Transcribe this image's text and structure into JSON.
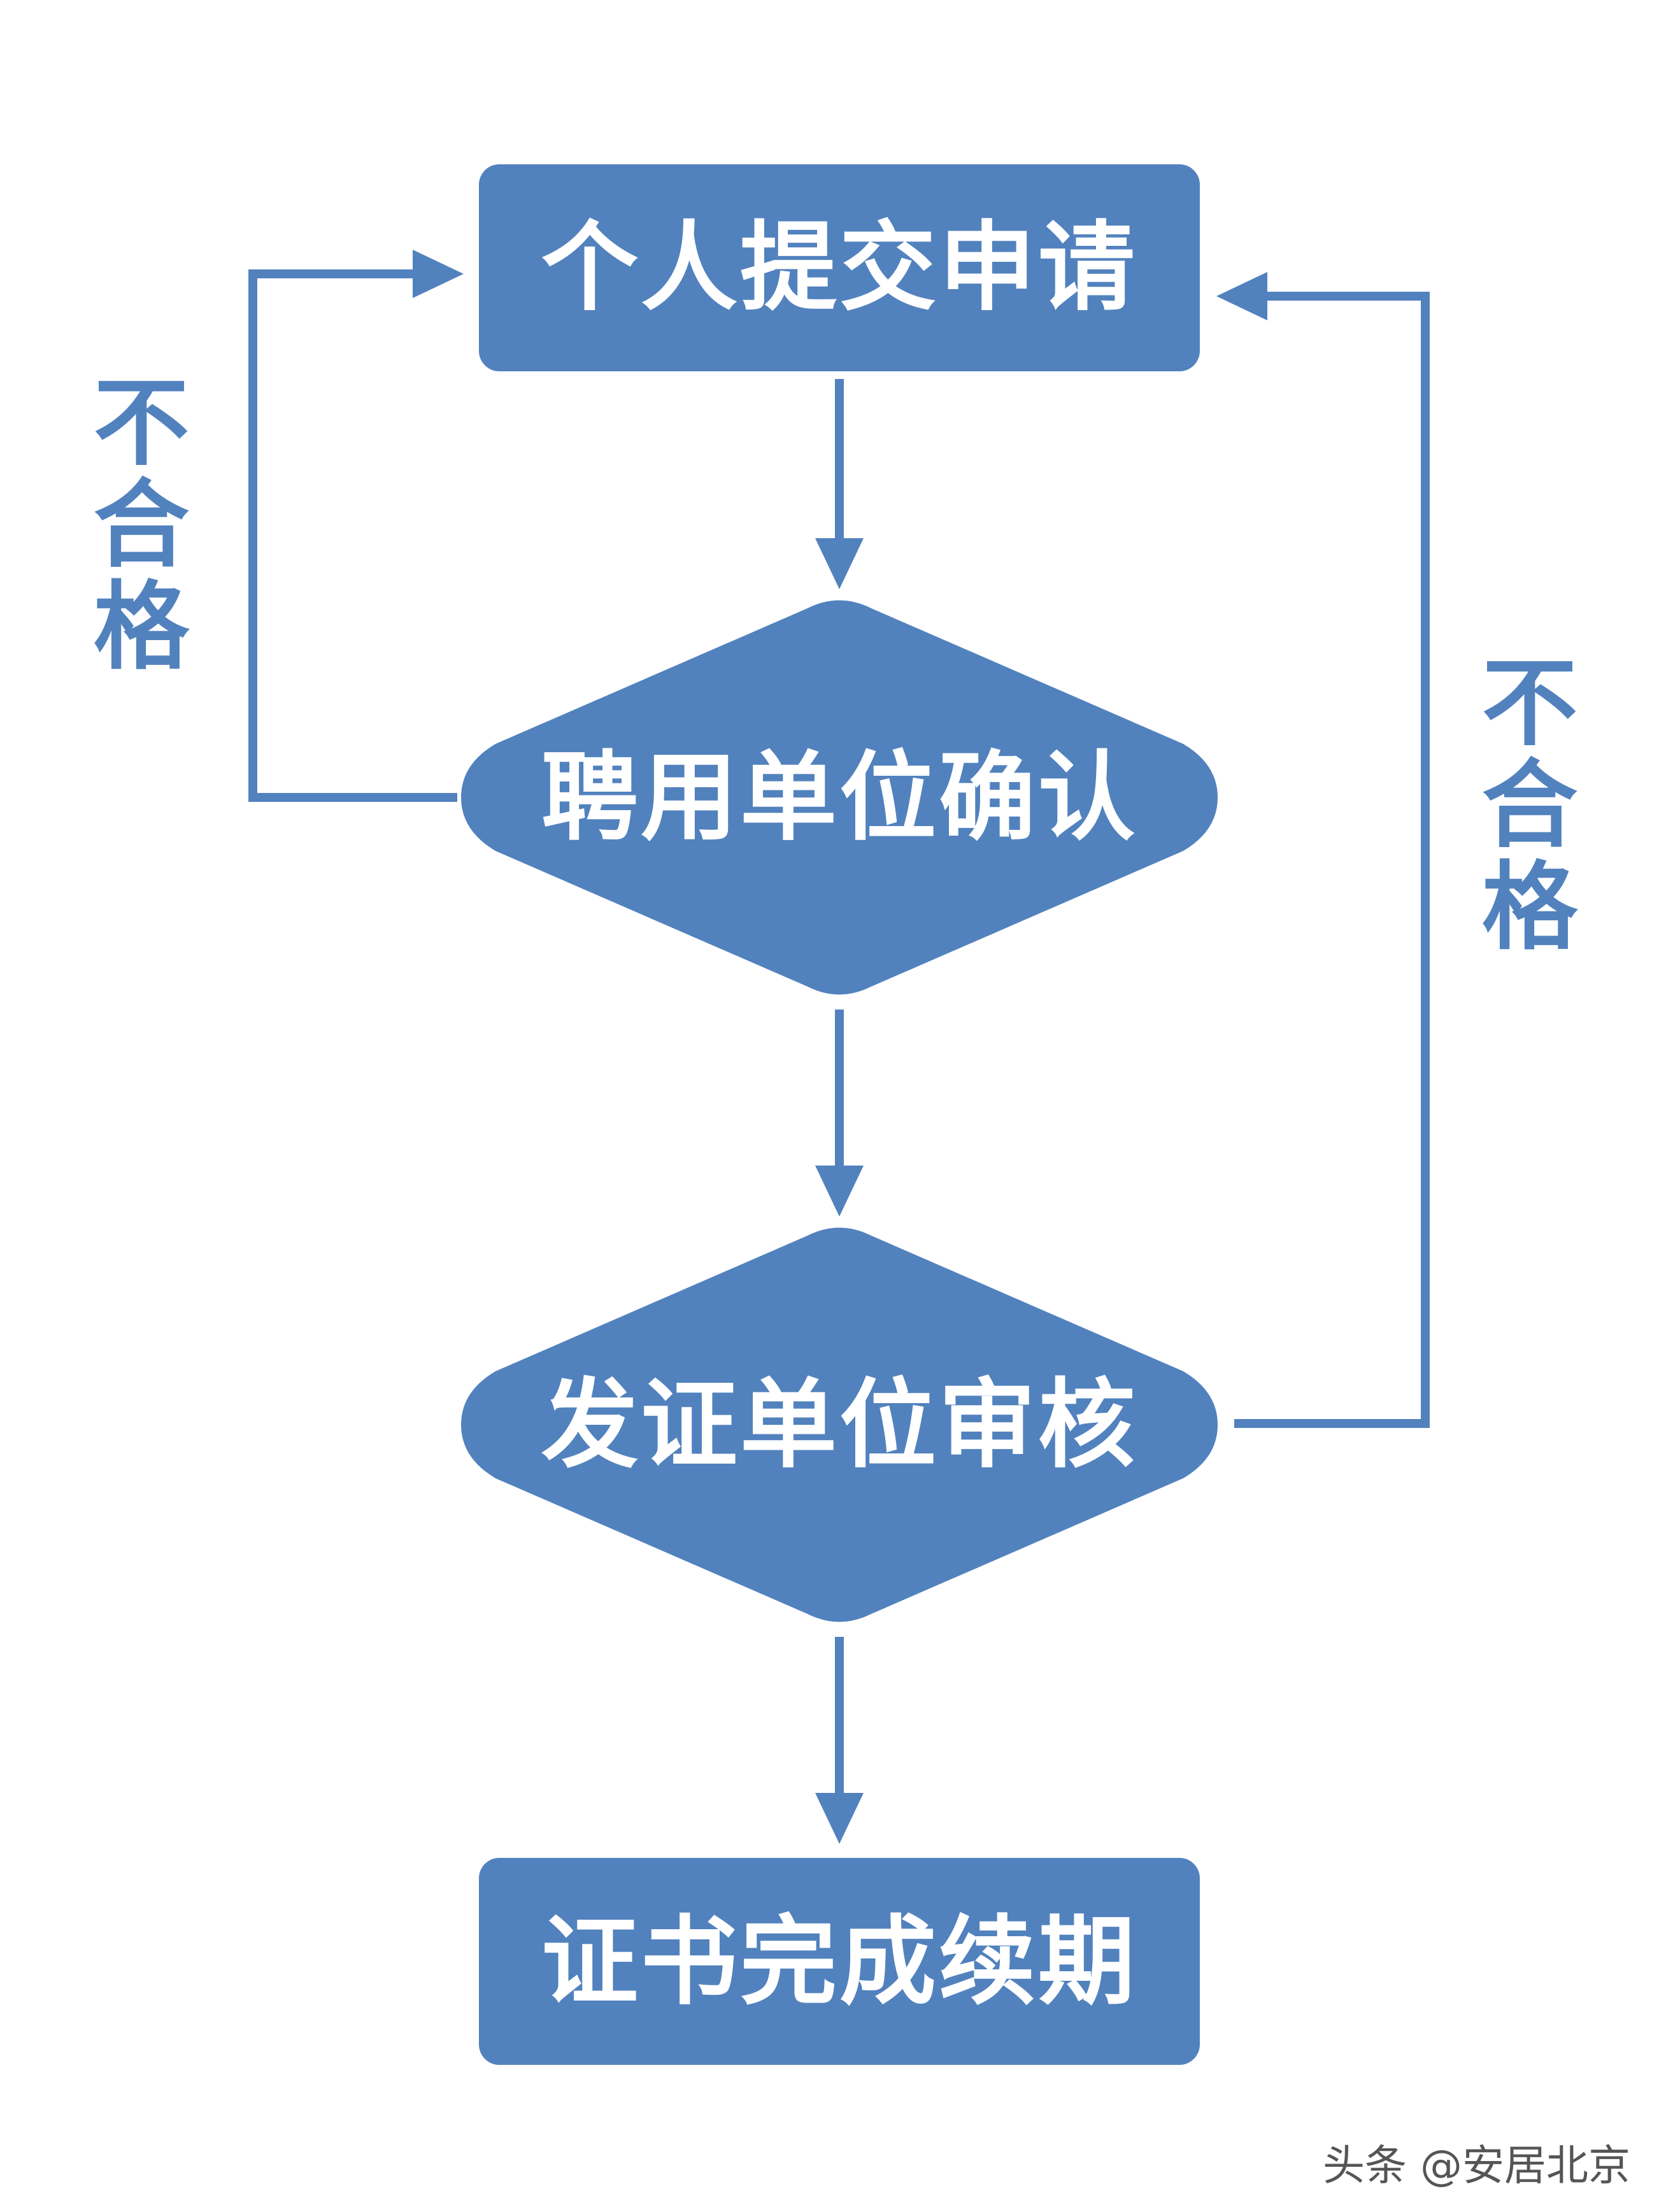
{
  "colors": {
    "node_fill": "#5282be",
    "line": "#5282be",
    "node_text": "#ffffff",
    "label_text": "#5282be",
    "watermark_text": "#555555",
    "background": "#ffffff"
  },
  "nodes": {
    "submit": {
      "label": "个人提交申请",
      "shape": "rounded-rectangle"
    },
    "employer_confirm": {
      "label": "聘用单位确认",
      "shape": "diamond"
    },
    "issuer_review": {
      "label": "发证单位审核",
      "shape": "diamond"
    },
    "renewal_done": {
      "label": "证书完成续期",
      "shape": "rounded-rectangle"
    }
  },
  "edges": [
    {
      "from": "submit",
      "to": "employer_confirm",
      "label": ""
    },
    {
      "from": "employer_confirm",
      "to": "issuer_review",
      "label": ""
    },
    {
      "from": "issuer_review",
      "to": "renewal_done",
      "label": ""
    },
    {
      "from": "employer_confirm",
      "to": "submit",
      "label": "不合格"
    },
    {
      "from": "issuer_review",
      "to": "submit",
      "label": "不合格"
    }
  ],
  "loop_labels": {
    "left": [
      "不",
      "合",
      "格"
    ],
    "right": [
      "不",
      "合",
      "格"
    ]
  },
  "watermark": "头条 @安居北京"
}
